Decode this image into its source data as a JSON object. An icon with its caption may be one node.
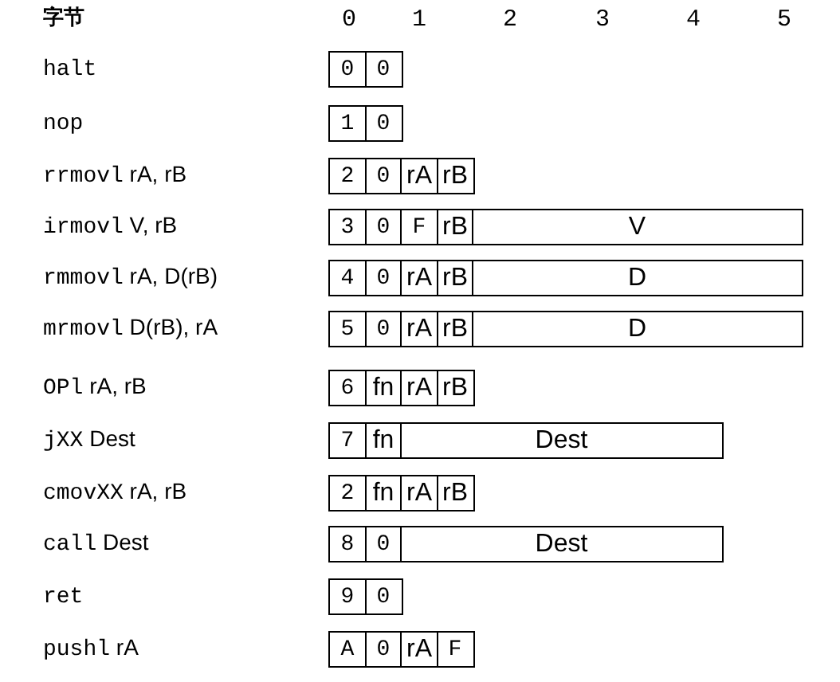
{
  "diagram": {
    "nodes": [
      {
        "text": [
          "0"
        ]
      },
      {
        "text": [
          "0"
        ]
      },
      {
        "text": [
          "1"
        ]
      },
      {
        "text": [
          "0"
        ]
      },
      {
        "text": [
          "2"
        ]
      },
      {
        "text": [
          "0"
        ]
      },
      {
        "text": [
          "rA"
        ]
      },
      {
        "text": [
          "rB"
        ]
      },
      {
        "text": [
          "3"
        ]
      },
      {
        "text": [
          "0"
        ]
      },
      {
        "text": [
          "F"
        ]
      },
      {
        "text": [
          "rB"
        ]
      },
      {
        "text": [
          "V"
        ]
      },
      {
        "text": [
          "4"
        ]
      },
      {
        "text": [
          "0"
        ]
      },
      {
        "text": [
          "rA"
        ]
      },
      {
        "text": [
          "rB"
        ]
      },
      {
        "text": [
          "D"
        ]
      },
      {
        "text": [
          "5"
        ]
      },
      {
        "text": [
          "0"
        ]
      },
      {
        "text": [
          "rA"
        ]
      },
      {
        "text": [
          "rB"
        ]
      },
      {
        "text": [
          "D"
        ]
      },
      {
        "text": [
          "6"
        ]
      },
      {
        "text": [
          "fn"
        ]
      },
      {
        "text": [
          "rA"
        ]
      },
      {
        "text": [
          "rB"
        ]
      },
      {
        "text": [
          "7"
        ]
      },
      {
        "text": [
          "fn"
        ]
      },
      {
        "text": [
          "Dest"
        ]
      },
      {
        "text": [
          "2"
        ]
      },
      {
        "text": [
          "fn"
        ]
      },
      {
        "text": [
          "rA"
        ]
      },
      {
        "text": [
          "rB"
        ]
      },
      {
        "text": [
          "8"
        ]
      },
      {
        "text": [
          "0"
        ]
      },
      {
        "text": [
          "Dest"
        ]
      },
      {
        "text": [
          "9"
        ]
      },
      {
        "text": [
          "0"
        ]
      },
      {
        "text": [
          "A"
        ]
      },
      {
        "text": [
          "0"
        ]
      },
      {
        "text": [
          "rA"
        ]
      },
      {
        "text": [
          "F"
        ]
      }
    ],
    "labels": [
      "字节",
      "0",
      "1",
      "2",
      "3",
      "4",
      "5",
      "halt",
      "nop",
      "rrmovl rA, rB",
      "irmovl V, rB",
      "rmmovl rA, D(rB)",
      "mrmovl D(rB), rA",
      "OPl rA, rB",
      "jXX Dest",
      "cmovXX rA, rB",
      "call Dest",
      "ret",
      "pushl rA"
    ]
  }
}
